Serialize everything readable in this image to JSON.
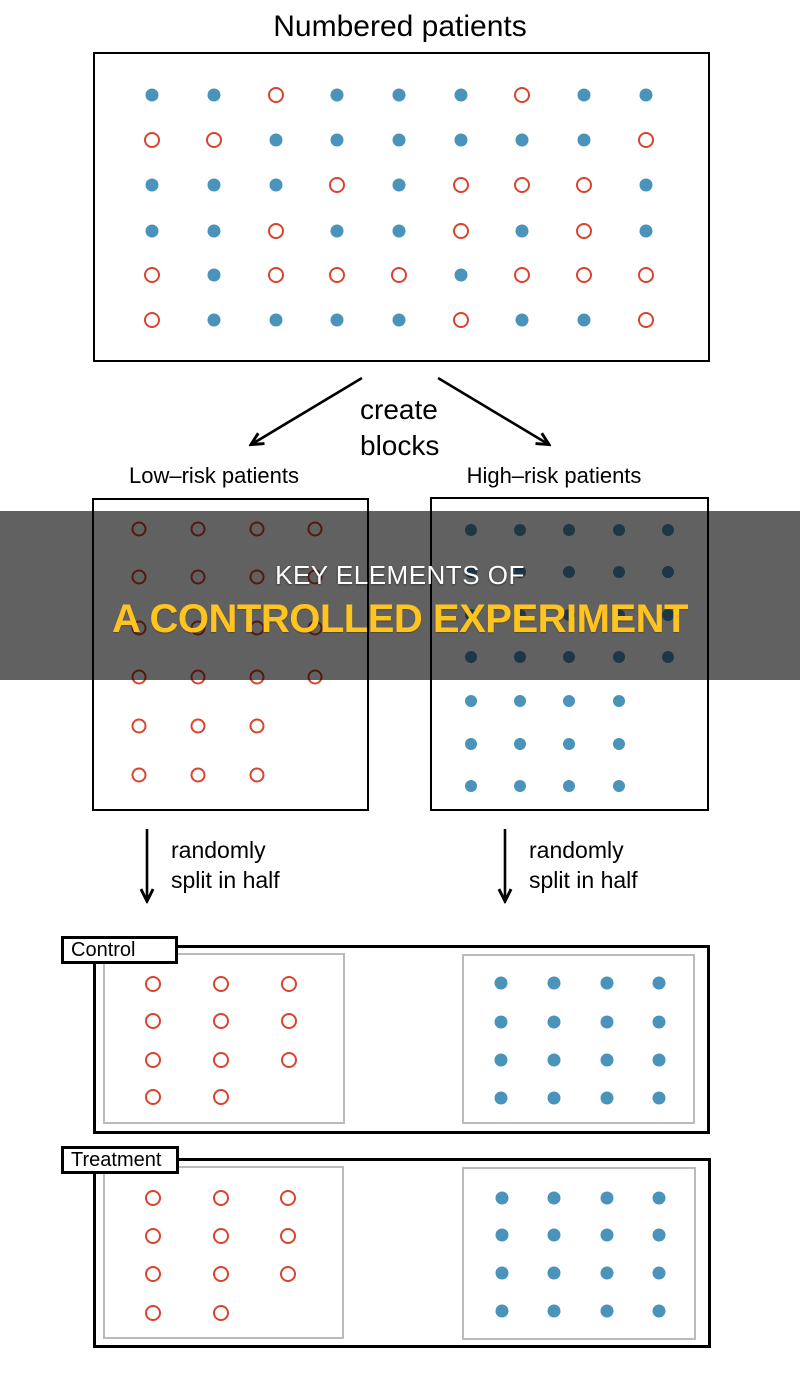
{
  "title": "Numbered patients",
  "create_blocks": {
    "line1": "create",
    "line2": "blocks"
  },
  "low_risk": {
    "label": "Low–risk patients"
  },
  "high_risk": {
    "label": "High–risk patients"
  },
  "split_left": {
    "line1": "randomly",
    "line2": "split in half"
  },
  "split_right": {
    "line1": "randomly",
    "line2": "split in half"
  },
  "banner": {
    "line1": "KEY ELEMENTS OF",
    "line2": "A CONTROLLED EXPERIMENT"
  },
  "control": {
    "label": "Control"
  },
  "treatment": {
    "label": "Treatment"
  },
  "colors": {
    "blue_dot": "#4a93ba",
    "red_ring": "#d9442e",
    "banner_overlay": "rgba(0,0,0,0.62)",
    "banner_primary": "#ffffff",
    "banner_accent": "#ffc41f",
    "box_border": "#000000",
    "inner_box_border": "#bbbbbb"
  },
  "grids": {
    "numbered": {
      "cols_x": [
        152,
        214,
        276,
        337,
        399,
        461,
        522,
        584,
        646
      ],
      "rows_y": [
        95,
        140,
        185,
        231,
        275,
        320
      ],
      "pattern": [
        "BBRBBBRBB",
        "RRBBBBBBR",
        "BBBRBRRRB",
        "BBRBBRBRB",
        "RBRRRBRRR",
        "RBBBBRBBR"
      ]
    },
    "low_risk": {
      "cols_x": [
        139,
        198,
        257,
        315
      ],
      "rows_y": [
        529,
        577,
        628,
        677,
        726,
        775
      ],
      "pattern": [
        "RRRR",
        "RRRR",
        "RRRR",
        "RRRR",
        "RRR.",
        "RRR."
      ]
    },
    "high_risk": {
      "cols_x": [
        471,
        520,
        569,
        619,
        668
      ],
      "rows_y": [
        530,
        572,
        615,
        657,
        701,
        744,
        786
      ],
      "pattern": [
        "BBBBB",
        "BBBBB",
        "BBBBB",
        "BBBBB",
        "BBBB.",
        "BBBB.",
        "BBBB."
      ]
    },
    "control_low": {
      "cols_x": [
        153,
        221,
        289
      ],
      "rows_y": [
        984,
        1021,
        1060,
        1097
      ],
      "pattern": [
        "RRR",
        "RRR",
        "RRR",
        "RR."
      ]
    },
    "control_high": {
      "cols_x": [
        501,
        554,
        607,
        659
      ],
      "rows_y": [
        983,
        1022,
        1060,
        1098
      ],
      "pattern": [
        "BBBB",
        "BBBB",
        "BBBB",
        "BBBB"
      ]
    },
    "treatment_low": {
      "cols_x": [
        153,
        221,
        288
      ],
      "rows_y": [
        1198,
        1236,
        1274,
        1313
      ],
      "pattern": [
        "RRR",
        "RRR",
        "RRR",
        "RR."
      ]
    },
    "treatment_high": {
      "cols_x": [
        502,
        554,
        607,
        659
      ],
      "rows_y": [
        1198,
        1235,
        1273,
        1311
      ],
      "pattern": [
        "BBBB",
        "BBBB",
        "BBBB",
        "BBBB"
      ]
    }
  }
}
